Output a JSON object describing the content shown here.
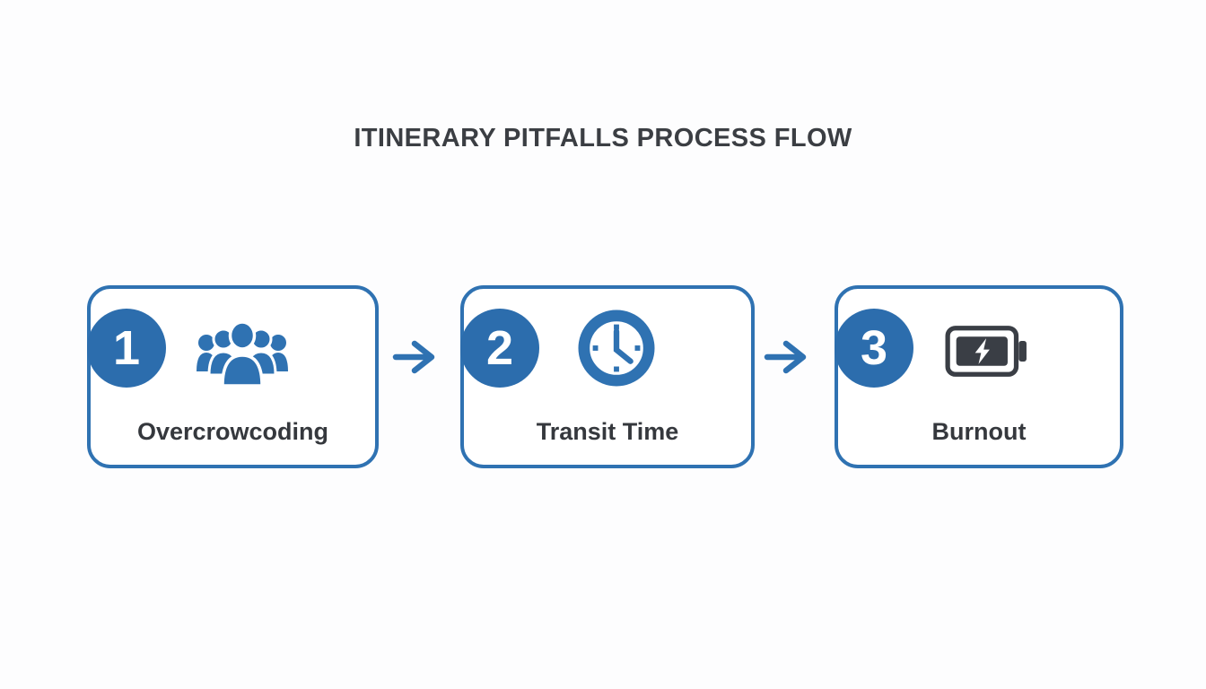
{
  "title": "ITINERARY PITFALLS PROCESS FLOW",
  "steps": [
    {
      "number": "1",
      "label": "Overcrowcoding",
      "icon": "crowd-icon"
    },
    {
      "number": "2",
      "label": "Transit Time",
      "icon": "clock-icon"
    },
    {
      "number": "3",
      "label": "Burnout",
      "icon": "battery-charging-icon"
    }
  ],
  "connectors": [
    {
      "type": "arrow-right"
    },
    {
      "type": "arrow-right"
    }
  ],
  "colors": {
    "accent_blue": "#2F72B2",
    "circle_blue": "#2C6DAD",
    "icon_dark": "#3A3E45",
    "title_text": "#3B3E43",
    "label_text": "#35383D",
    "background": "#FDFDFE"
  }
}
